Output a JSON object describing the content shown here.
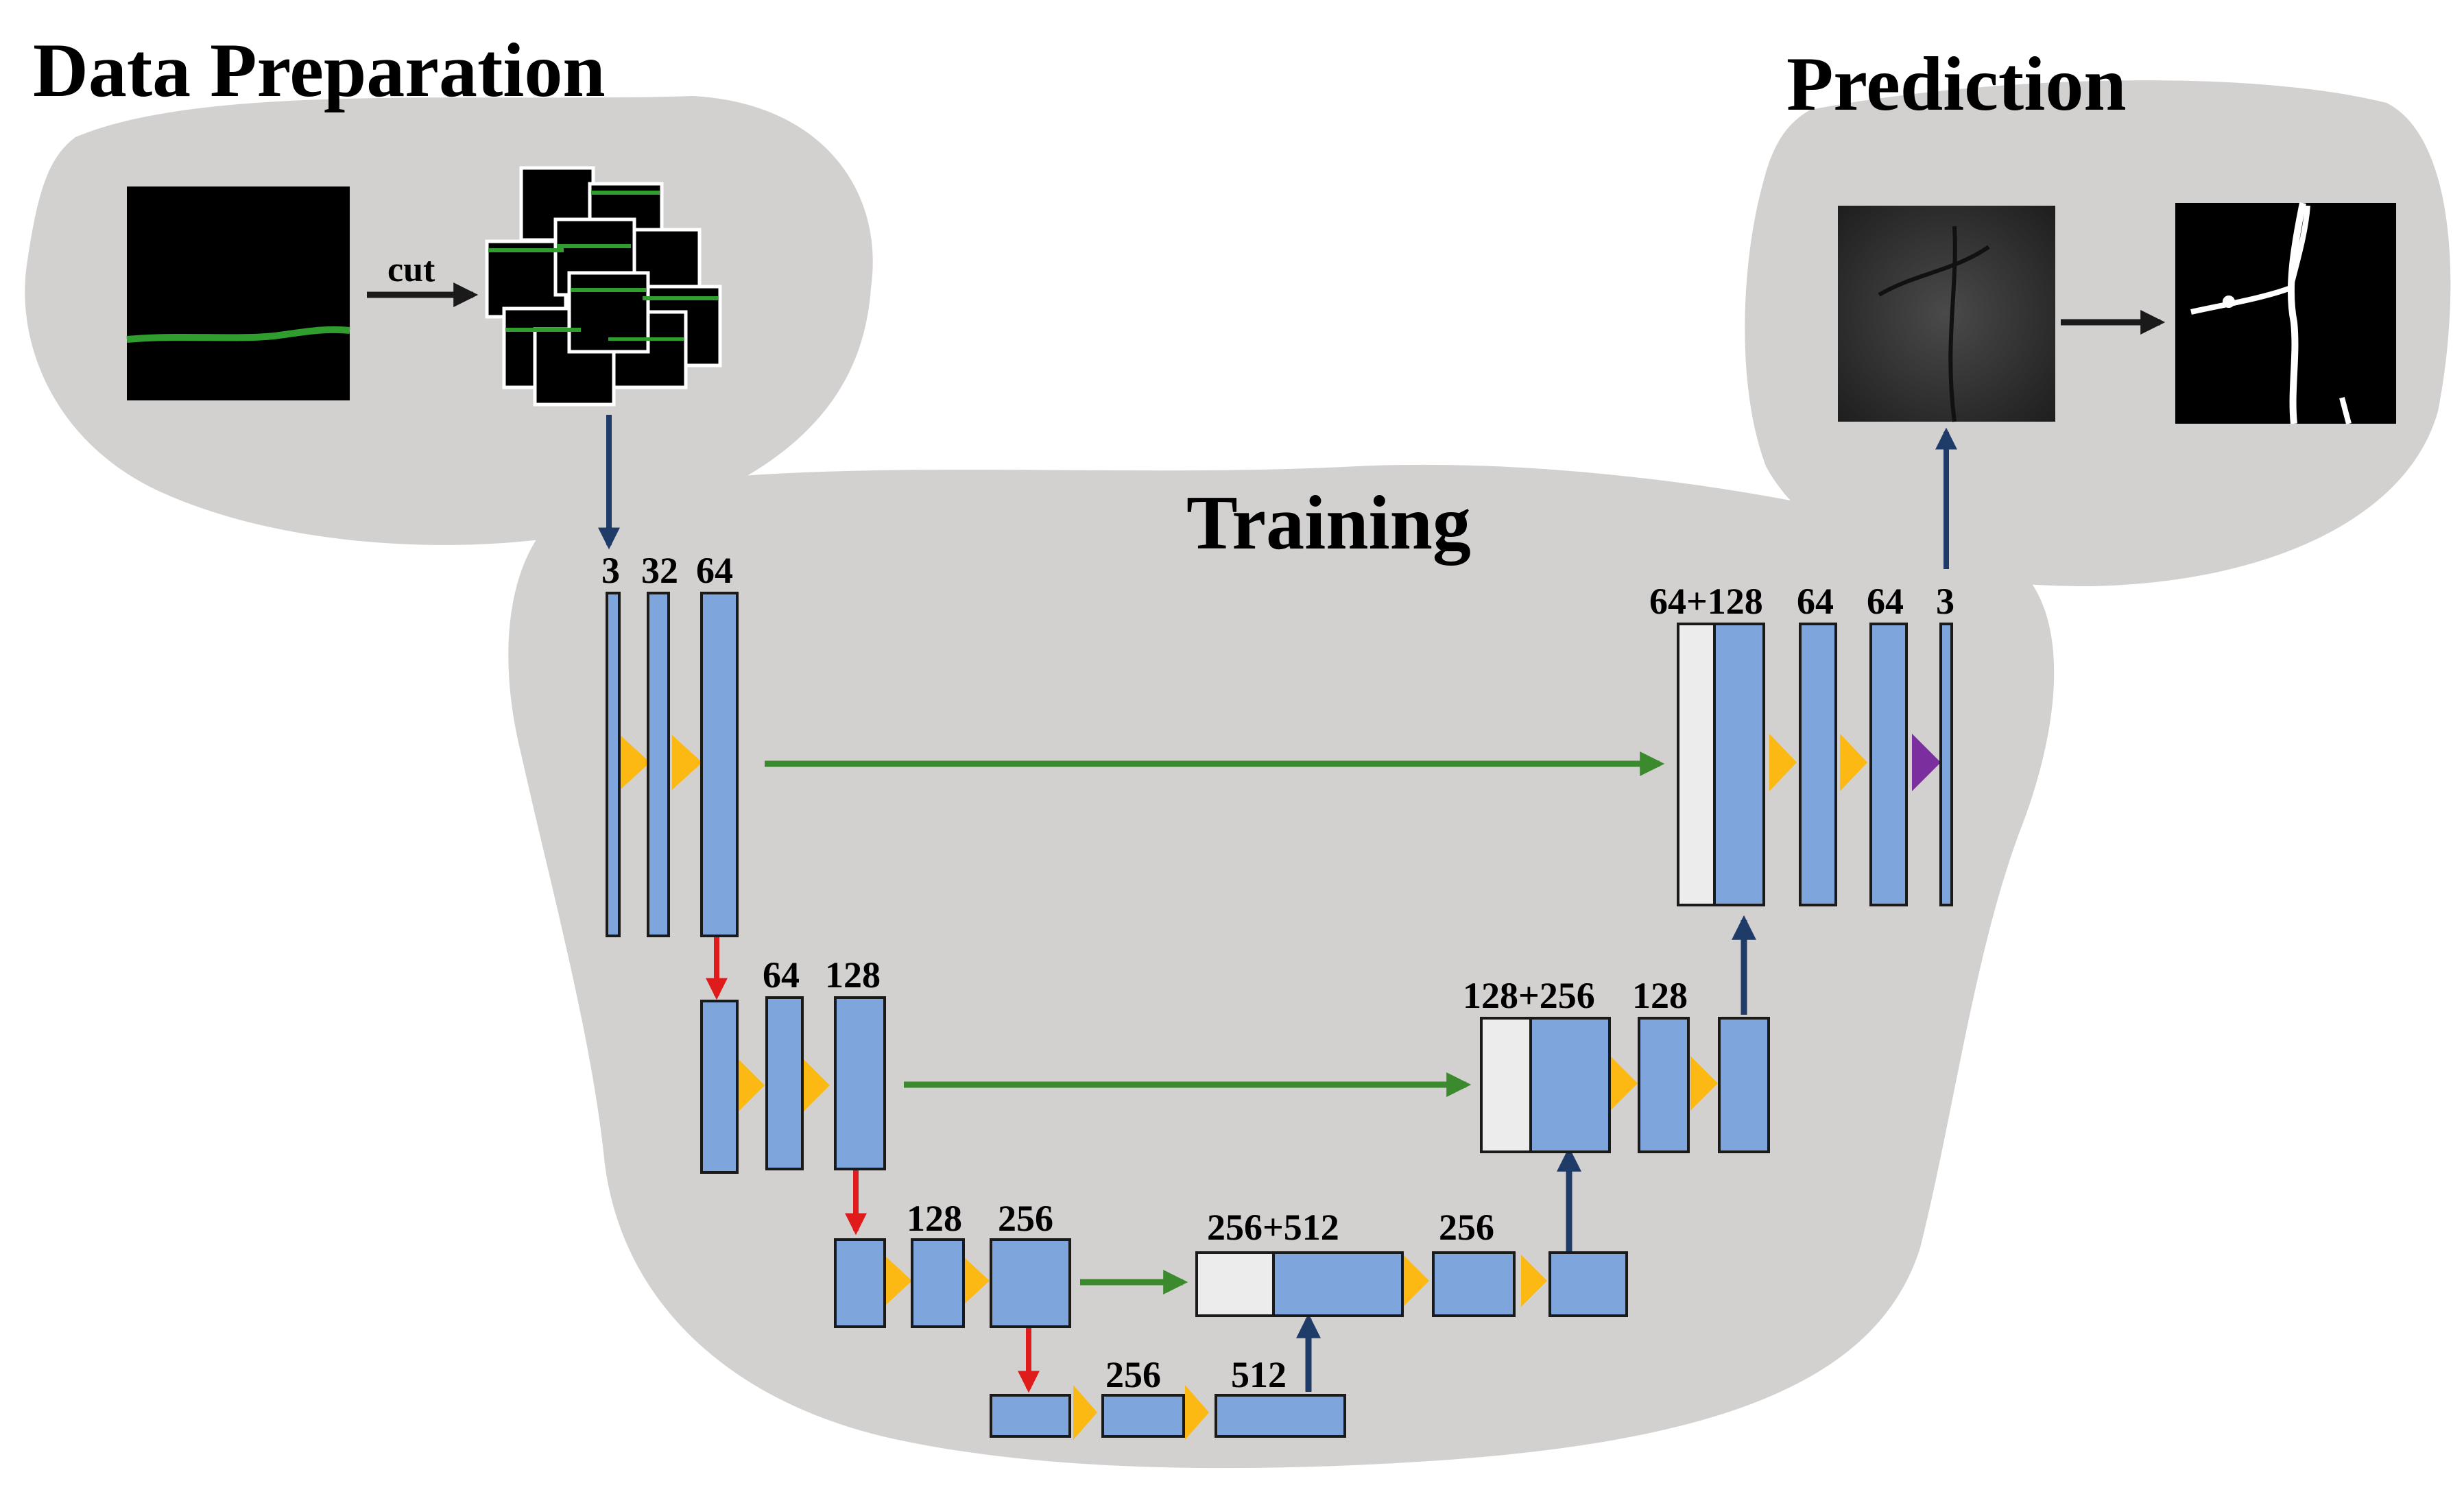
{
  "titles": {
    "data_preparation": "Data Preparation",
    "training": "Training",
    "prediction": "Prediction"
  },
  "cut_label": "cut",
  "colors": {
    "blob": "#d3d0d0",
    "block": "#7ea6dd",
    "concat": "#ececec",
    "conv_arrow": "#fdb913",
    "output_arrow": "#7b2e9e",
    "skip_arrow": "#3c8a2e",
    "down_arrow": "#e01b1b",
    "up_arrow": "#1f3c68"
  },
  "encoder": {
    "level1": [
      "3",
      "32",
      "64"
    ],
    "level2": [
      "64",
      "128"
    ],
    "level3": [
      "128",
      "256"
    ],
    "bottleneck": [
      "256",
      "512"
    ]
  },
  "decoder": {
    "level3": [
      "256+512",
      "256"
    ],
    "level2": [
      "128+256",
      "128"
    ],
    "level1": [
      "64+128",
      "64",
      "64",
      "3"
    ]
  }
}
